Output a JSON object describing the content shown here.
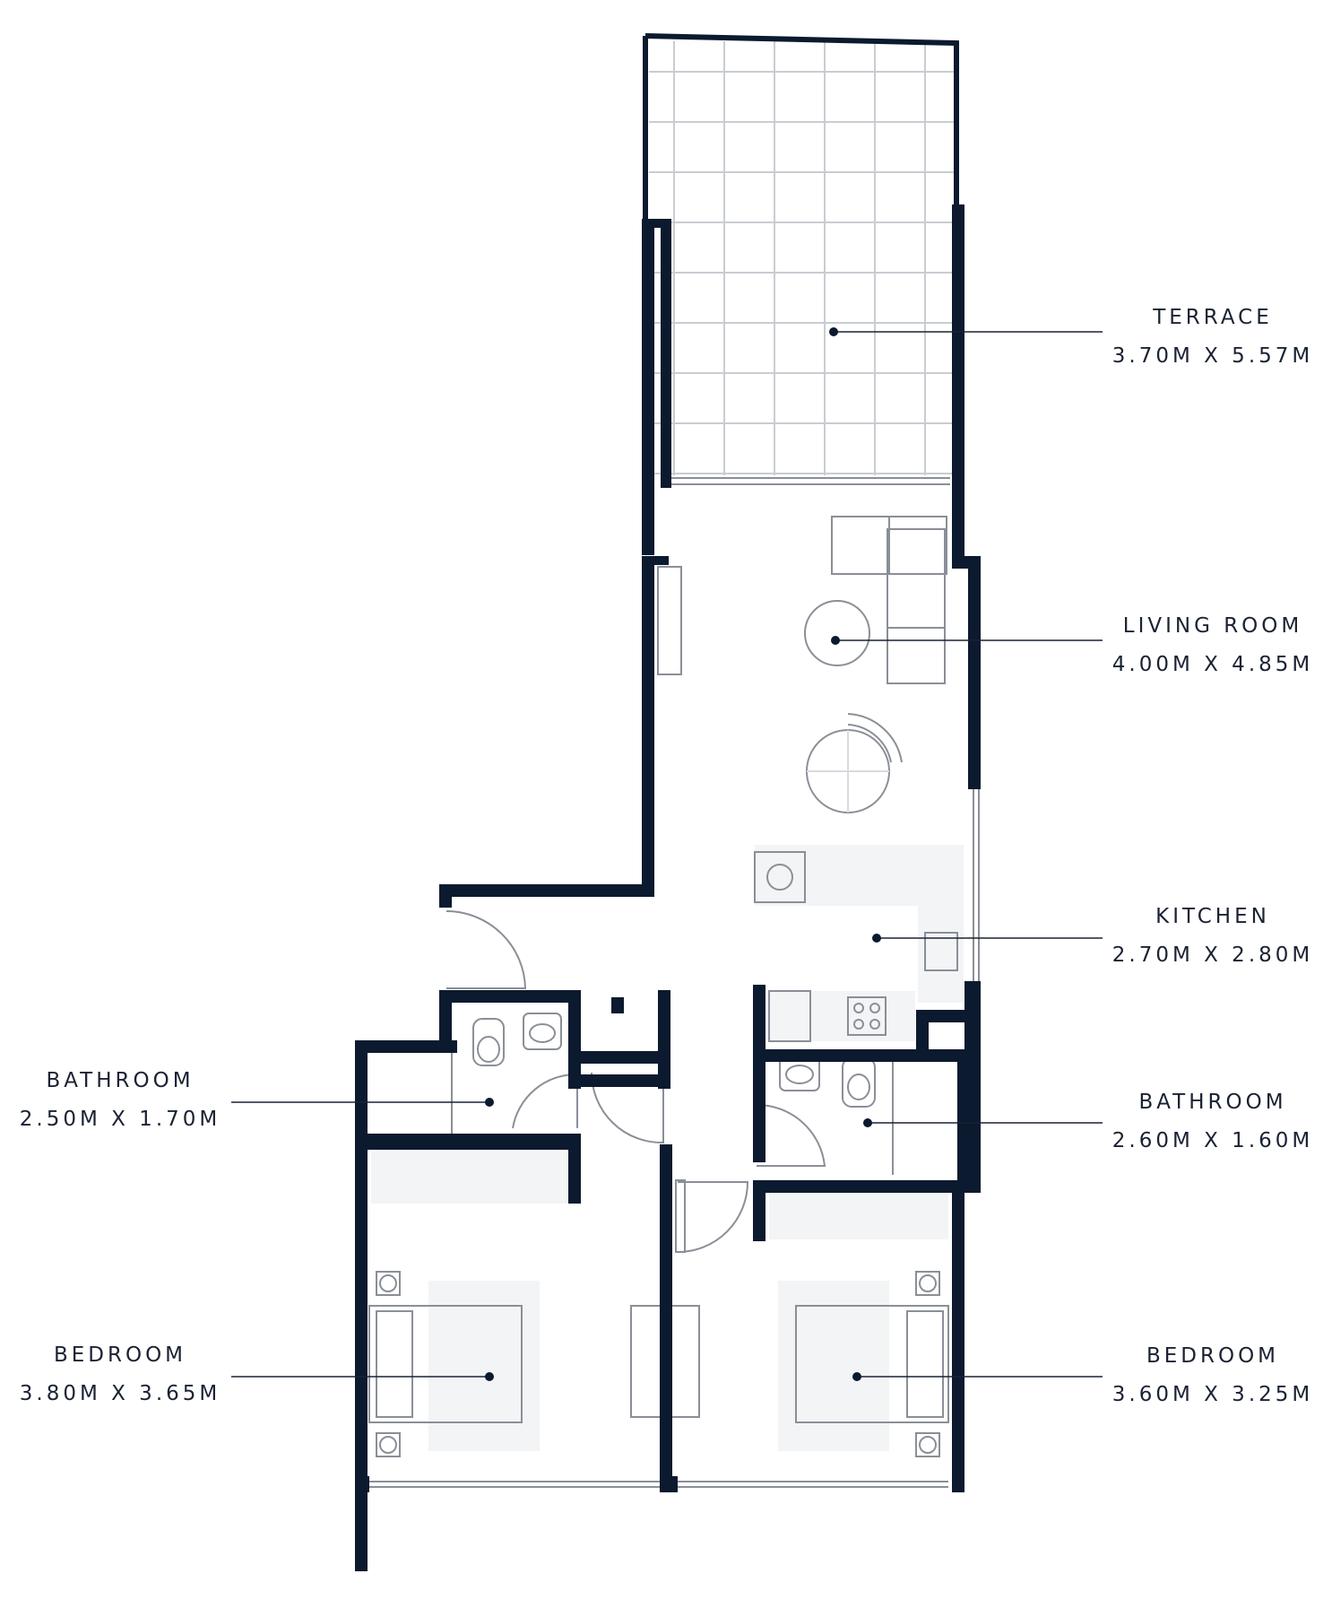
{
  "colors": {
    "wall": "#0b1a2e",
    "line": "#1a2233",
    "fixture": "#8a8f97",
    "tile": "#c9ccd2",
    "fill": "#f3f4f6",
    "background": "#ffffff"
  },
  "rooms": [
    {
      "id": "terrace",
      "name": "TERRACE",
      "size": "3.70M X 5.57M"
    },
    {
      "id": "living-room",
      "name": "LIVING ROOM",
      "size": "4.00M X 4.85M"
    },
    {
      "id": "kitchen",
      "name": "KITCHEN",
      "size": "2.70M X 2.80M"
    },
    {
      "id": "bathroom-left",
      "name": "BATHROOM",
      "size": "2.50M X 1.70M"
    },
    {
      "id": "bathroom-right",
      "name": "BATHROOM",
      "size": "2.60M X 1.60M"
    },
    {
      "id": "bedroom-left",
      "name": "BEDROOM",
      "size": "3.80M X 3.65M"
    },
    {
      "id": "bedroom-right",
      "name": "BEDROOM",
      "size": "3.60M X 3.25M"
    }
  ]
}
